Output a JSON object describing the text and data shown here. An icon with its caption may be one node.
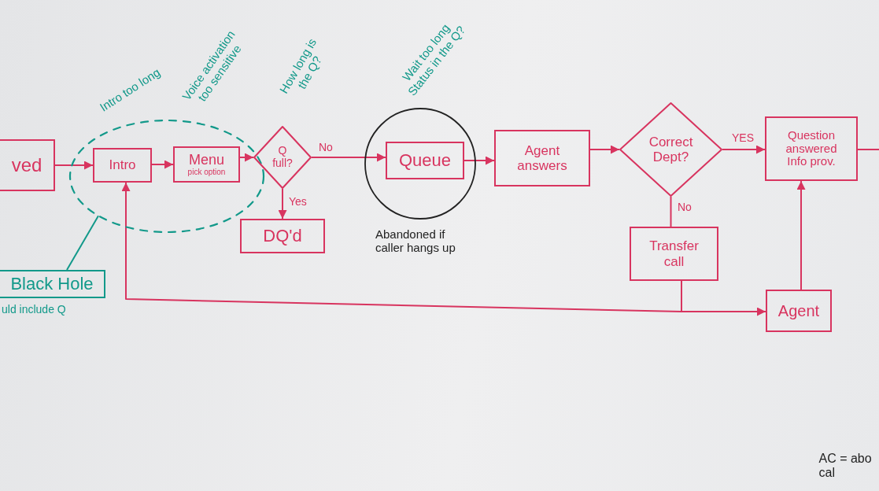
{
  "diagram": {
    "nodes": [
      {
        "text": [
          "ved"
        ]
      },
      {
        "text": [],
        "shape": "ellipse"
      },
      {
        "text": [
          "Intro"
        ],
        "in": 1
      },
      {
        "text": [
          "Menu",
          "pick option"
        ],
        "in": 1
      },
      {
        "text": [
          "Q full?"
        ]
      },
      {
        "text": [
          "DQ'd"
        ]
      },
      {
        "text": [],
        "shape": "circle",
        "beside": [
          "Abandoned if caller hangs up"
        ]
      },
      {
        "text": [
          "Queue"
        ],
        "in": 6
      },
      {
        "text": [
          "Agent answers"
        ]
      },
      {
        "text": [
          "Correct Dept?"
        ]
      },
      {
        "text": [
          "Question answered Info prov."
        ]
      },
      {
        "text": [
          "Transfer call"
        ]
      },
      {
        "text": [
          "Agent"
        ]
      },
      {
        "text": [
          "Black Hole"
        ],
        "beside": [
          "uld include Q"
        ]
      }
    ],
    "edges": [
      {
        "from": 0,
        "to": 2,
        "arrow": "to"
      },
      {
        "from": 2,
        "to": 3,
        "arrow": "to"
      },
      {
        "from": 3,
        "to": 4,
        "arrow": "to"
      },
      {
        "from": 4,
        "to": 7,
        "arrow": "to",
        "label": "No"
      },
      {
        "from": 4,
        "to": 5,
        "arrow": "to",
        "label": "Yes"
      },
      {
        "from": 7,
        "to": 8,
        "arrow": "to"
      },
      {
        "from": 8,
        "to": 9,
        "arrow": "to"
      },
      {
        "from": 9,
        "to": 10,
        "arrow": "to",
        "label": "YES"
      },
      {
        "from": 9,
        "to": 11,
        "arrow": "none",
        "label": "No"
      },
      {
        "from": 11,
        "to": 12,
        "arrow": "to"
      },
      {
        "from": 11,
        "to": 2,
        "arrow": "to"
      },
      {
        "from": 12,
        "to": 10,
        "arrow": "to"
      },
      {
        "from": 10,
        "to": null,
        "arrow": "none"
      },
      {
        "from": 13,
        "to": 1,
        "arrow": "none",
        "color": "#12998a"
      }
    ],
    "labels": [
      "Intro too long",
      "Voice activation too sensitive",
      "How long is the Q?",
      "Wait too long Status in the Q?",
      "AC = abo cal"
    ]
  }
}
